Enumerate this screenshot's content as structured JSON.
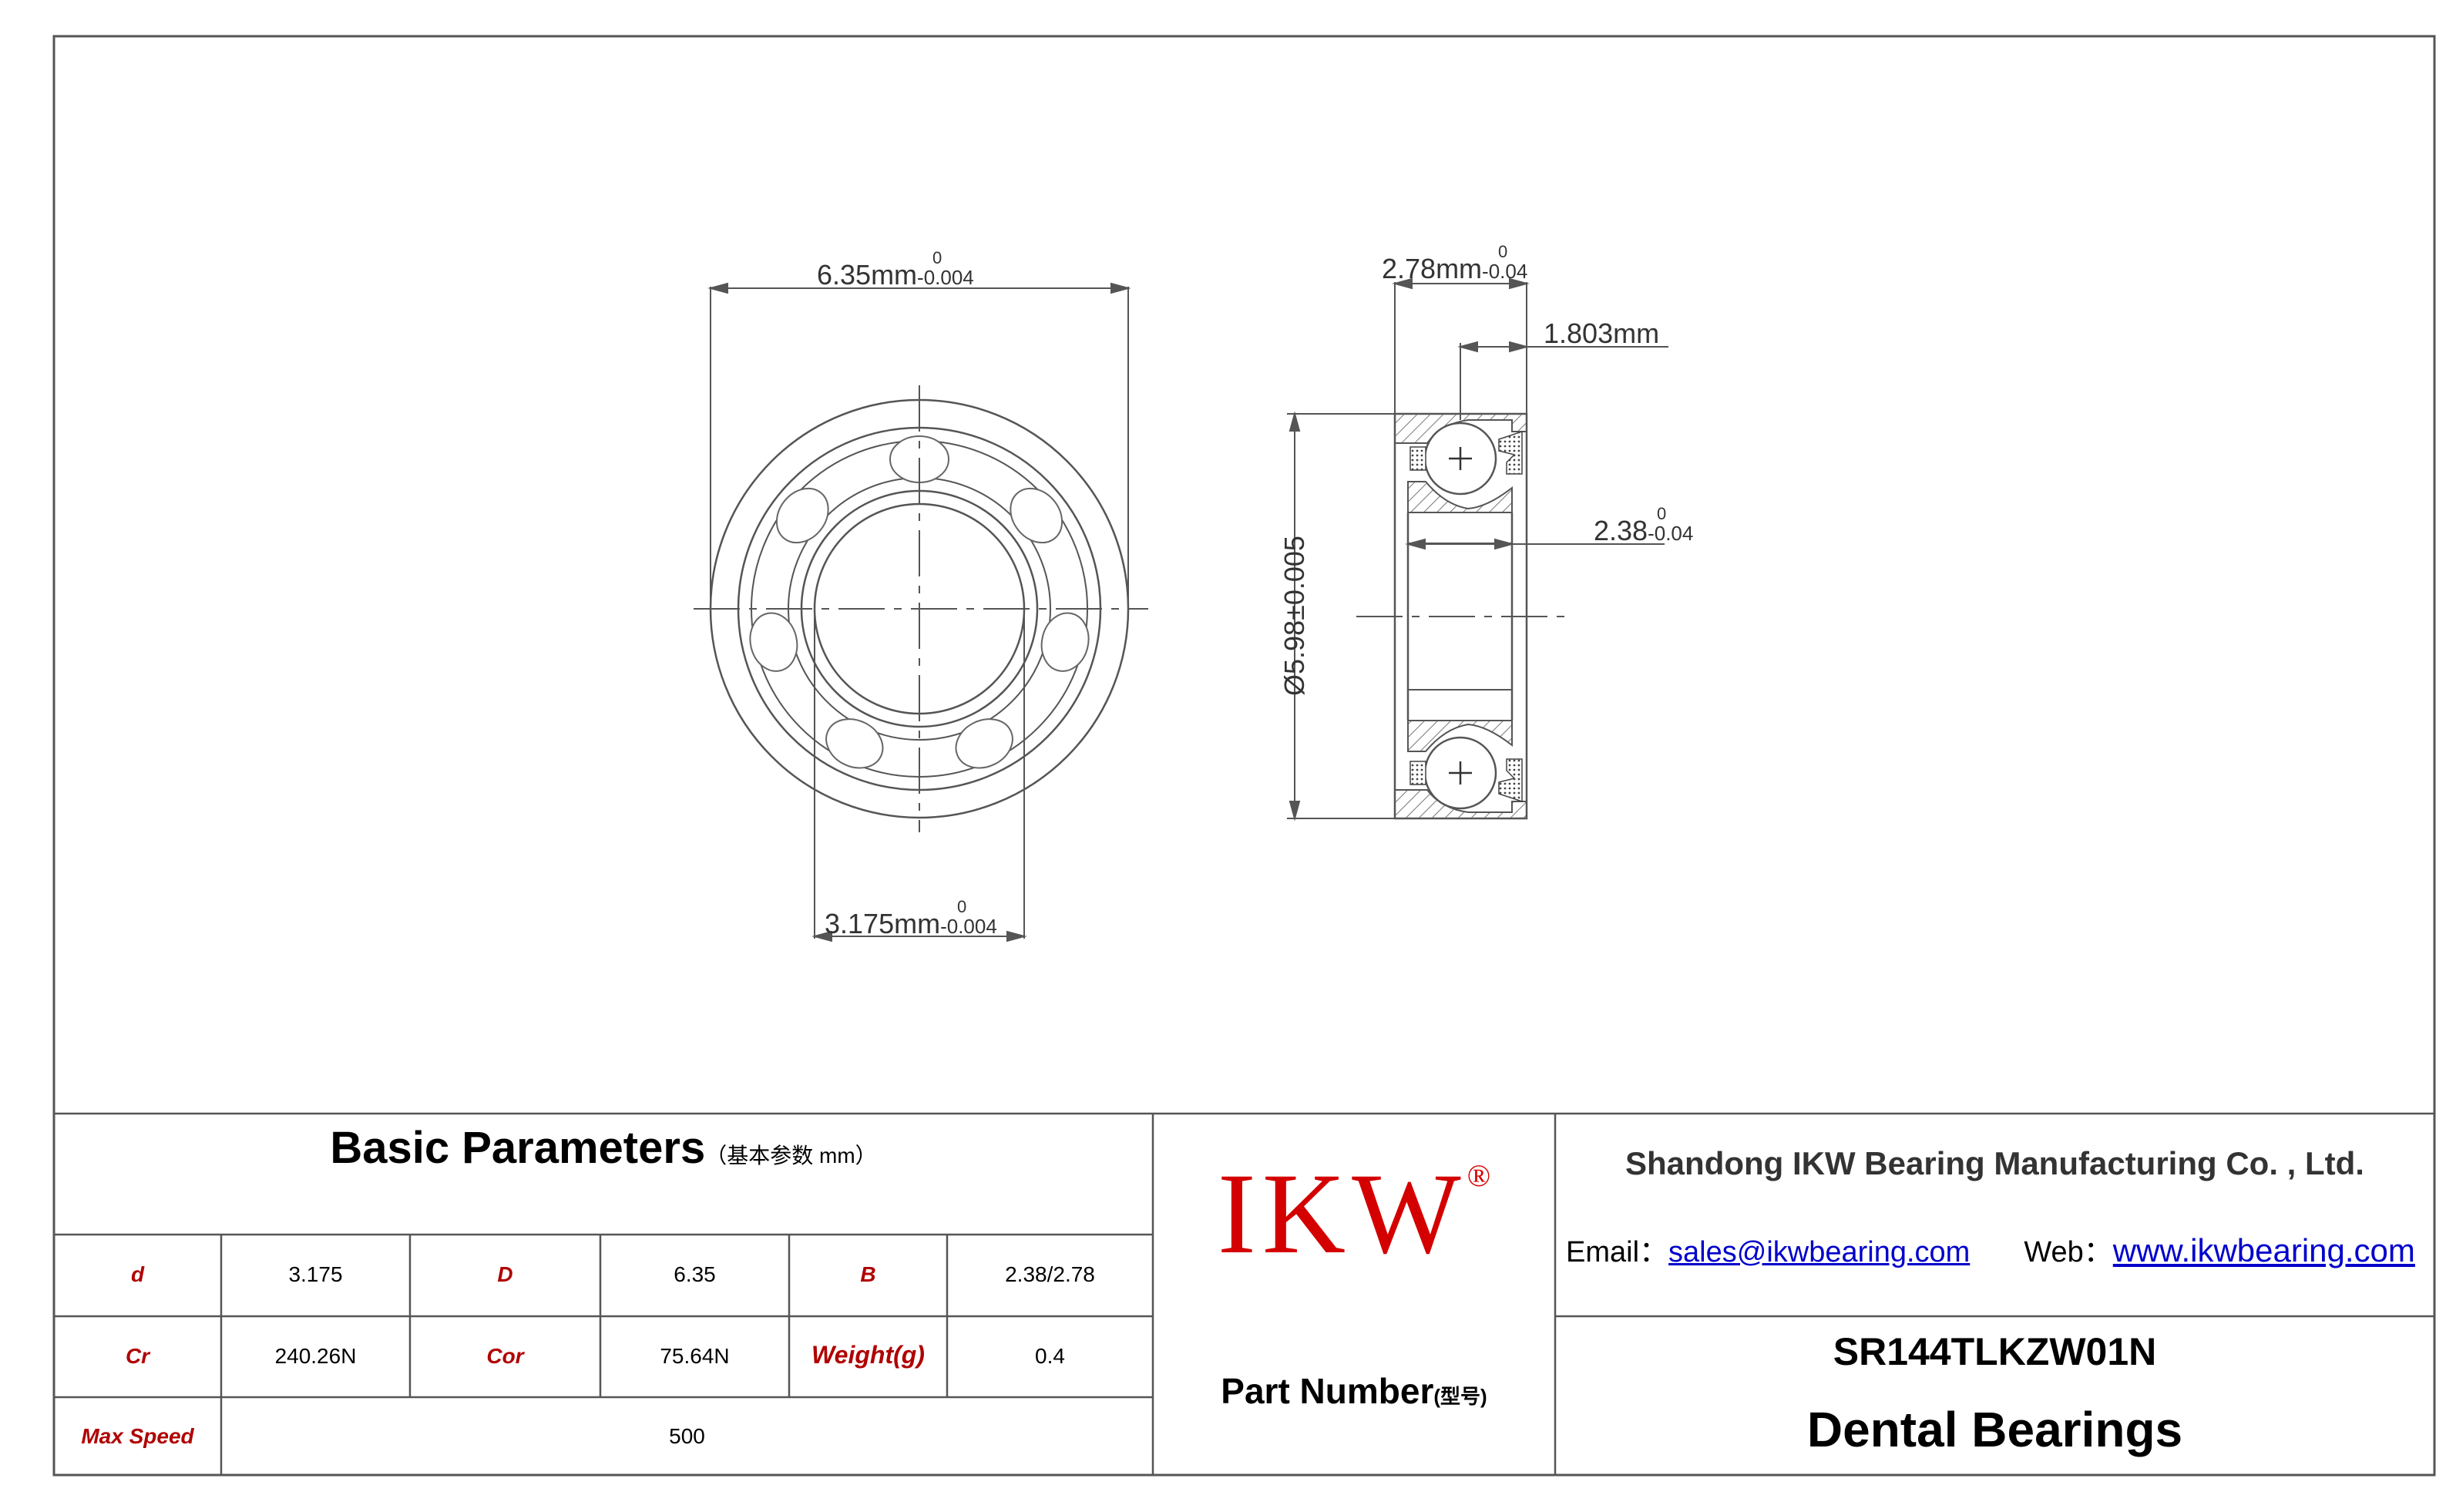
{
  "drawing": {
    "outer_diameter": {
      "value": "6.35mm",
      "tol_upper": "0",
      "tol_lower": "-0.004"
    },
    "bore_diameter": {
      "value": "3.175mm",
      "tol_upper": "0",
      "tol_lower": "-0.004"
    },
    "outer_width": {
      "value": "2.78mm",
      "tol_upper": "0",
      "tol_lower": "-0.04"
    },
    "inner_width": {
      "value": "2.38",
      "tol_upper": "0",
      "tol_lower": "-0.04"
    },
    "flange_offset": "1.803mm",
    "flange_diameter": "Ø5.98±0.005"
  },
  "basic_parameters": {
    "title": "Basic Parameters",
    "subtitle": "（基本参数 mm）",
    "rows": [
      [
        {
          "label": "d",
          "value": "3.175"
        },
        {
          "label": "D",
          "value": "6.35"
        },
        {
          "label": "B",
          "value": "2.38/2.78"
        }
      ],
      [
        {
          "label": "Cr",
          "value": "240.26N"
        },
        {
          "label": "Cor",
          "value": "75.64N"
        },
        {
          "label": "Weight(g)",
          "value": "0.4"
        }
      ]
    ],
    "max_speed": {
      "label": "Max Speed",
      "value": "500"
    }
  },
  "brand": {
    "logo_text": "IKW",
    "registered": "®",
    "logo_color": "#d40000"
  },
  "company": {
    "name": "Shandong IKW Bearing Manufacturing Co. , Ltd.",
    "email_label": "Email：",
    "email": "sales@ikwbearing.com",
    "web_label": "Web：",
    "web": "www.ikwbearing.com"
  },
  "part": {
    "label": "Part Number",
    "label_cn": "(型号)",
    "number": "SR144TLKZW01N",
    "category": "Dental Bearings"
  }
}
